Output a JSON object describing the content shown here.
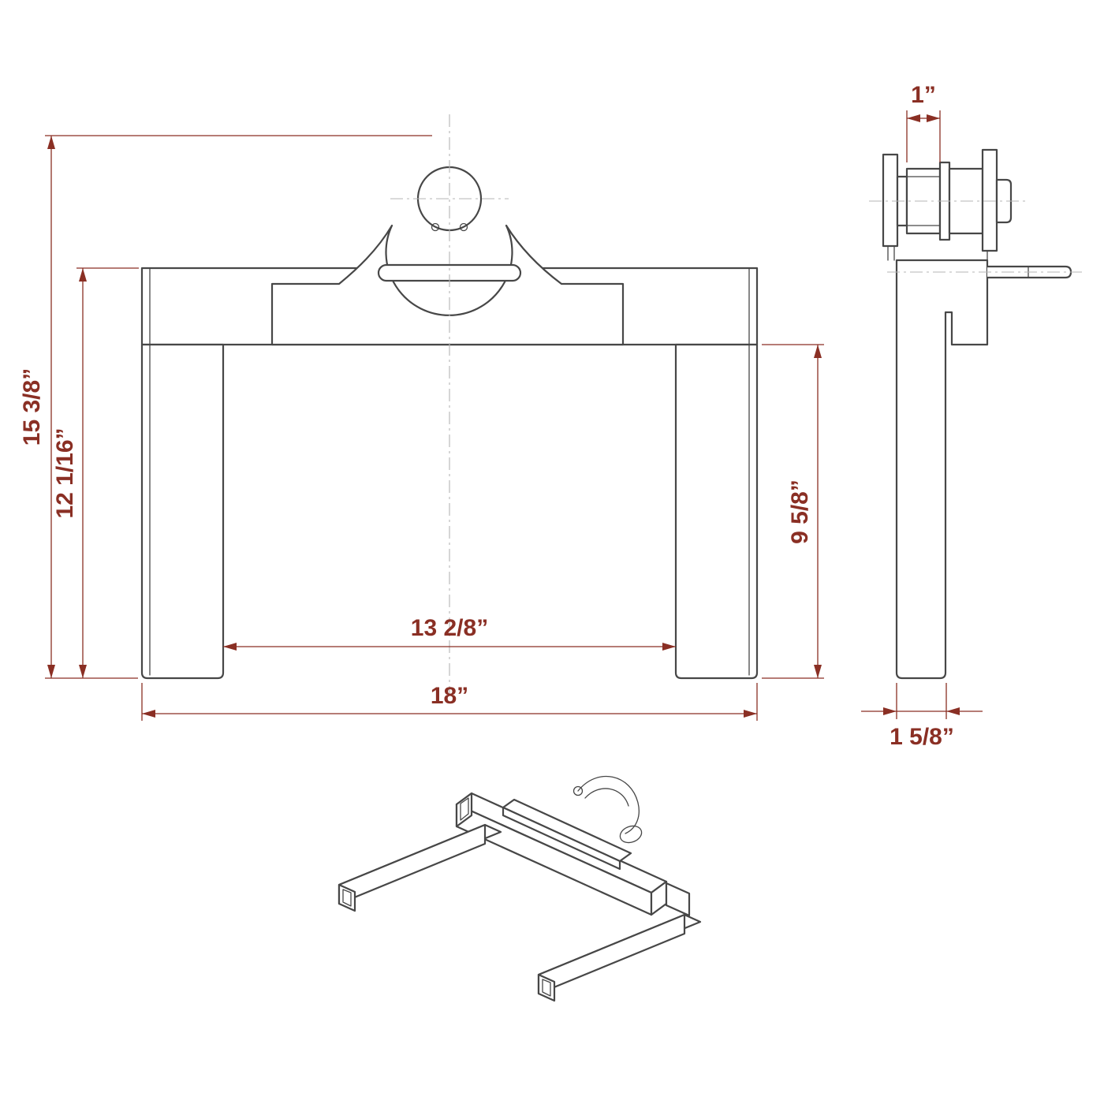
{
  "page": {
    "background": "#ffffff",
    "description": "CAD technical drawing of a lifting clamp: front view, side view and isometric view with dimensions"
  },
  "colors": {
    "part_line": "#474747",
    "dimension": "#8a2f24",
    "centerline": "#b5b5b5"
  },
  "views": {
    "front": {
      "label": "front-view",
      "dimensions": {
        "overall_height": "15 3/8”",
        "frame_height": "12 1/16”",
        "inner_width": "13 2/8”",
        "overall_width": "18”",
        "leg_length": "9 5/8”"
      }
    },
    "side": {
      "label": "side-view",
      "dimensions": {
        "roller_width": "1”",
        "leg_depth": "1 5/8”"
      }
    },
    "isometric": {
      "label": "isometric-view"
    }
  }
}
